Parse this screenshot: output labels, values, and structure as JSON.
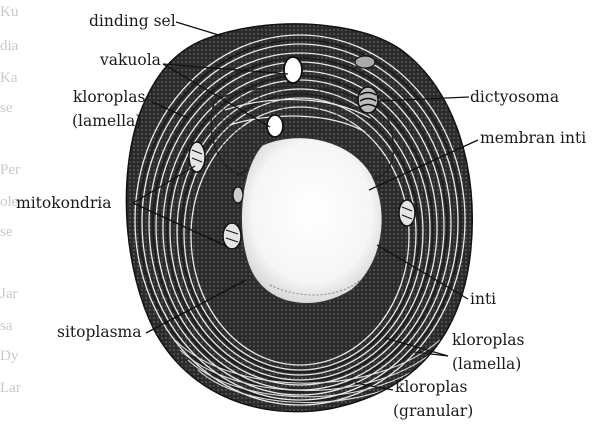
{
  "labels": {
    "dinding_sel": "dinding sel",
    "vakuola": "vakuola",
    "kloroplas_lamella_1": "kloroplas",
    "kloroplas_lamella_1b": "(lamella)",
    "dictyosoma": "dictyosoma",
    "membran_inti": "membran inti",
    "mitokondria": "mitokondria",
    "sitoplasma": "sitoplasma",
    "inti": "inti",
    "kloroplas_lamella_2": "kloroplas",
    "kloroplas_lamella_2b": "(lamella)",
    "kloroplas_granular": "kloroplas",
    "kloroplas_granular_b": "(granular)"
  },
  "background_text": {
    "r1": "Ku",
    "r2": "dia",
    "r3": "Ka",
    "r4": "se",
    "r5": "Per",
    "r6": "ole",
    "r7": "se",
    "r8": "Jar",
    "r9": "sa",
    "r10": "Dy",
    "r11": "Lar"
  },
  "colors": {
    "ink": "#1a1a1a",
    "paper": "#ffffff",
    "nucleus": "#f4f4f4"
  }
}
